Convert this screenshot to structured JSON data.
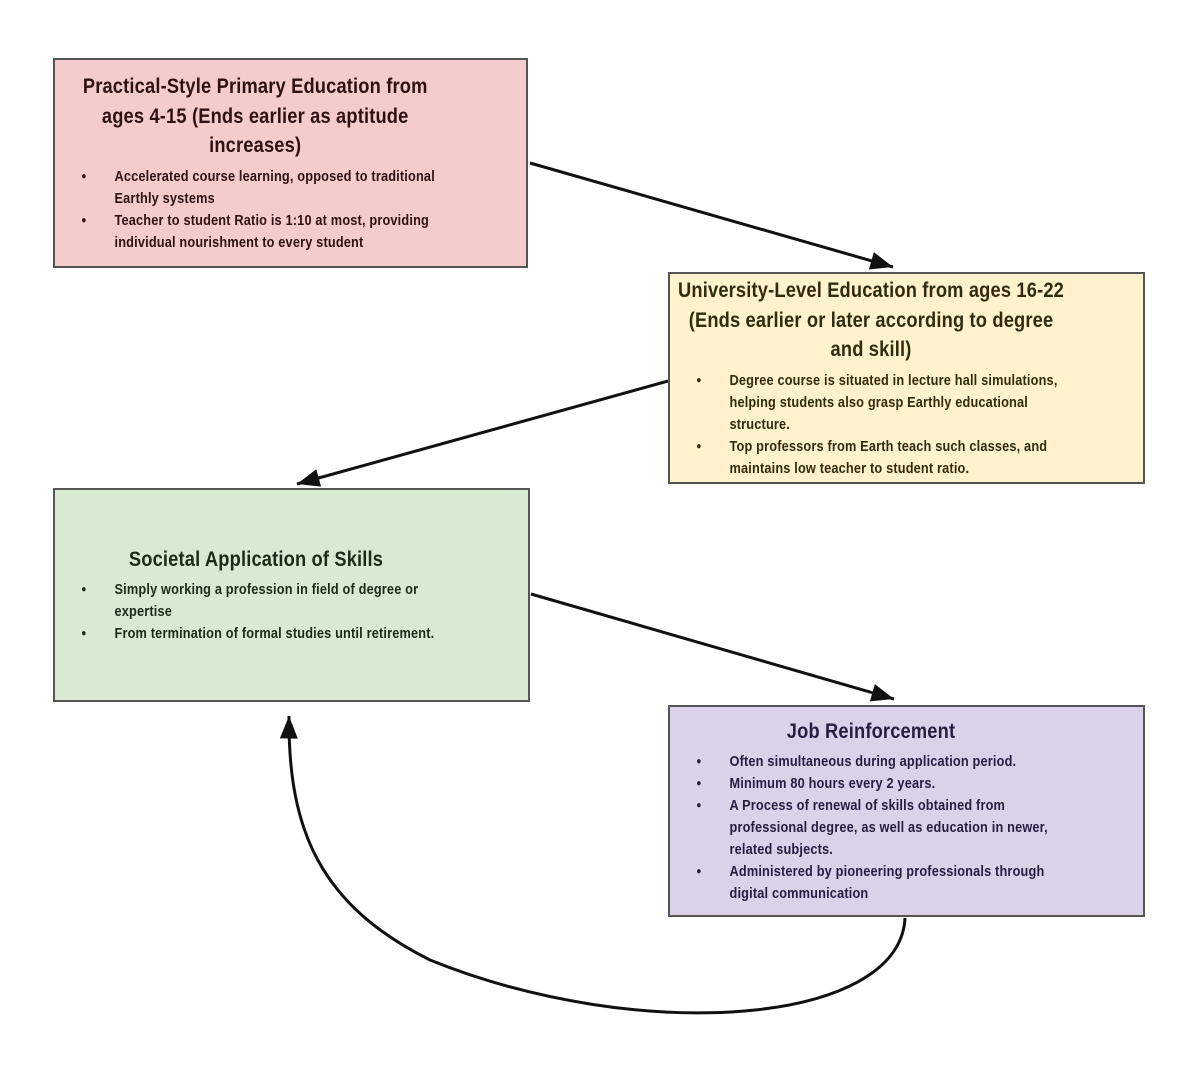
{
  "diagram": {
    "background_color": "#ffffff",
    "arrow_color": "#111111",
    "node_border_color": "#555555",
    "nodes": [
      {
        "id": "primary-education",
        "title": "Practical-Style Primary Education from ages 4-15 (Ends earlier as aptitude increases)",
        "bullets": [
          "Accelerated course learning, opposed to traditional Earthly systems",
          "Teacher to student Ratio is 1:10 at most, providing individual nourishment to every student"
        ],
        "fill_color": "#f4cccc"
      },
      {
        "id": "university-education",
        "title": "University-Level Education from ages 16-22 (Ends earlier or later according to degree and skill)",
        "bullets": [
          "Degree course is situated in lecture hall simulations, helping students also grasp Earthly educational structure.",
          "Top professors from Earth teach such classes, and maintains low teacher to student ratio."
        ],
        "fill_color": "#fff2cc"
      },
      {
        "id": "societal-application",
        "title": "Societal Application of Skills",
        "bullets": [
          "Simply working a profession in field of degree or expertise",
          "From termination of formal studies until retirement."
        ],
        "fill_color": "#d9ead3"
      },
      {
        "id": "job-reinforcement",
        "title": "Job Reinforcement",
        "bullets": [
          "Often simultaneous during application period.",
          "Minimum 80 hours every 2 years.",
          "A Process of renewal of skills obtained from professional degree, as well as education in newer, related subjects.",
          "Administered by pioneering professionals through digital communication"
        ],
        "fill_color": "#d9d2e9"
      }
    ],
    "connectors": [
      {
        "from": "primary-education",
        "to": "university-education",
        "shape": "straight"
      },
      {
        "from": "university-education",
        "to": "societal-application",
        "shape": "straight"
      },
      {
        "from": "societal-application",
        "to": "job-reinforcement",
        "shape": "straight"
      },
      {
        "from": "job-reinforcement",
        "to": "societal-application",
        "shape": "curved-loop"
      }
    ]
  }
}
